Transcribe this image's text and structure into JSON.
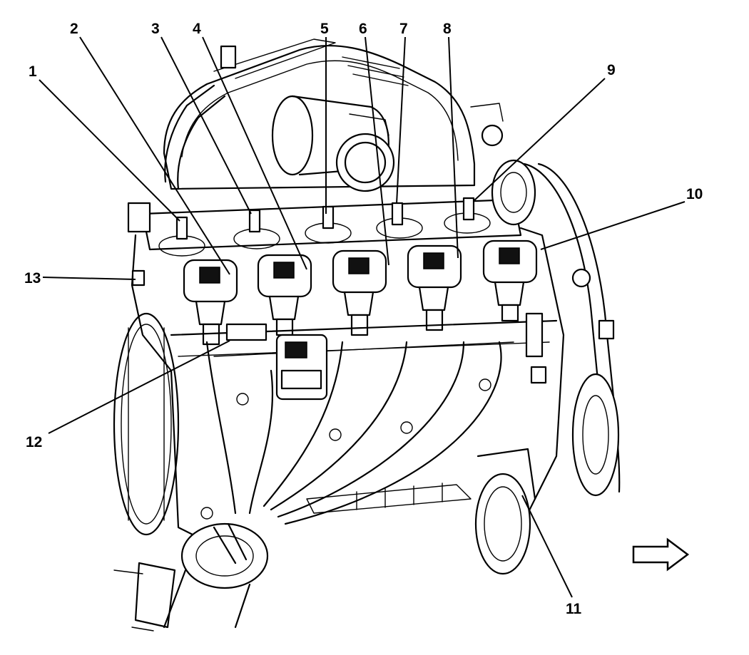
{
  "callouts": [
    {
      "id": "1",
      "label": "1"
    },
    {
      "id": "2",
      "label": "2"
    },
    {
      "id": "3",
      "label": "3"
    },
    {
      "id": "4",
      "label": "4"
    },
    {
      "id": "5",
      "label": "5"
    },
    {
      "id": "6",
      "label": "6"
    },
    {
      "id": "7",
      "label": "7"
    },
    {
      "id": "8",
      "label": "8"
    },
    {
      "id": "9",
      "label": "9"
    },
    {
      "id": "10",
      "label": "10"
    },
    {
      "id": "11",
      "label": "11"
    },
    {
      "id": "12",
      "label": "12"
    },
    {
      "id": "13",
      "label": "13"
    }
  ],
  "direction_arrow": {
    "icon": "right-arrow-icon"
  }
}
